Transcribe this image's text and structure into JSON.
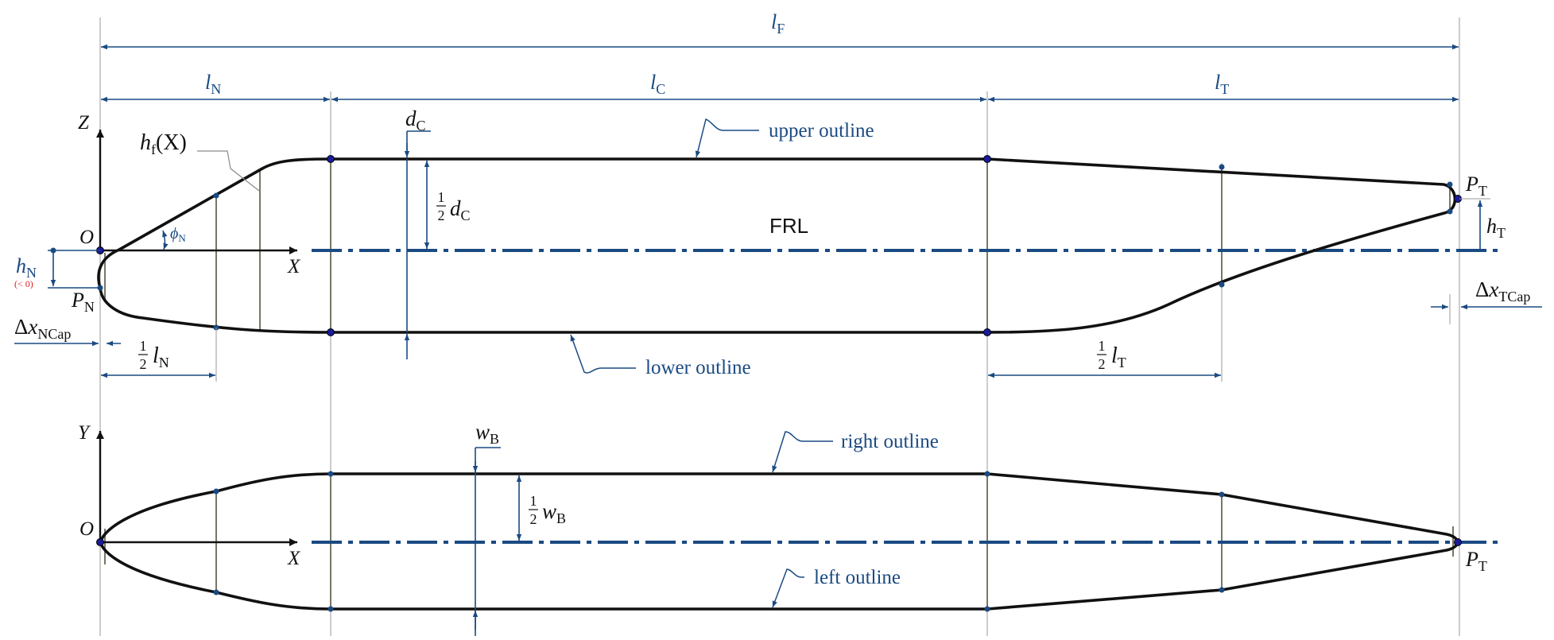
{
  "colors": {
    "dimension": "#1a4a82",
    "outline": "#111111",
    "station": "#777766",
    "note_red": "#e02020"
  },
  "side_view": {
    "lengths": {
      "total": "l",
      "total_sub": "F",
      "nose": "l",
      "nose_sub": "N",
      "cylinder": "l",
      "cylinder_sub": "C",
      "tail": "l",
      "tail_sub": "T"
    },
    "labels": {
      "z_axis": "Z",
      "x_axis": "X",
      "origin": "O",
      "hf": "h",
      "hf_sub": "f",
      "hf_arg": "(X)",
      "phi": "ϕ",
      "phi_sub": "N",
      "hn": "h",
      "hn_sub": "N",
      "hn_note": "(< 0)",
      "pn": "P",
      "pn_sub": "N",
      "dxncap_delta": "Δ",
      "dxncap_x": "x",
      "dxncap_sub": "NCap",
      "half_ln_num": "1",
      "half_ln_den": "2",
      "half_ln": "l",
      "half_ln_sub": "N",
      "dc": "d",
      "dc_sub": "C",
      "half_dc_num": "1",
      "half_dc_den": "2",
      "half_dc": "d",
      "half_dc_sub": "C",
      "frl": "FRL",
      "upper_outline": "upper outline",
      "lower_outline": "lower outline",
      "half_lt_num": "1",
      "half_lt_den": "2",
      "half_lt": "l",
      "half_lt_sub": "T",
      "pt": "P",
      "pt_sub": "T",
      "ht": "h",
      "ht_sub": "T",
      "dxtcap_delta": "Δ",
      "dxtcap_x": "x",
      "dxtcap_sub": "TCap"
    }
  },
  "top_view": {
    "labels": {
      "y_axis": "Y",
      "x_axis": "X",
      "origin": "O",
      "wb": "w",
      "wb_sub": "B",
      "half_wb_num": "1",
      "half_wb_den": "2",
      "half_wb": "w",
      "half_wb_sub": "B",
      "right_outline": "right outline",
      "left_outline": "left outline",
      "pt": "P",
      "pt_sub": "T"
    }
  }
}
